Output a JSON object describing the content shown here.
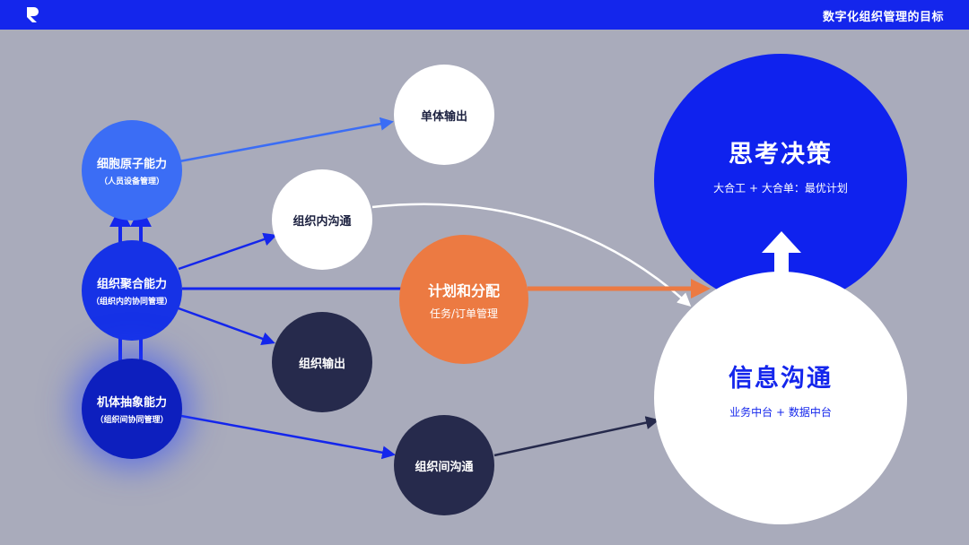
{
  "header": {
    "title": "数字化组织管理的目标",
    "bar_color": "#1426ec"
  },
  "nodes": {
    "cell": {
      "title": "细胞原子能力",
      "subtitle": "（人员设备管理）"
    },
    "aggregate": {
      "title": "组织聚合能力",
      "subtitle": "（组织内的协同管理）"
    },
    "organism": {
      "title": "机体抽象能力",
      "subtitle": "（组织间协同管理）"
    },
    "single_output": {
      "title": "单体输出"
    },
    "inner_comm": {
      "title": "组织内沟通"
    },
    "org_output": {
      "title": "组织输出"
    },
    "inter_comm": {
      "title": "组织间沟通"
    },
    "plan": {
      "title": "计划和分配",
      "subtitle": "任务/订单管理"
    },
    "decision": {
      "title": "思考决策",
      "subtitle": "大合工 + 大合单：最优计划"
    },
    "info": {
      "title": "信息沟通",
      "subtitle": "业务中台 + 数据中台"
    }
  },
  "colors": {
    "background": "#a9abbb",
    "blue": "#1426ec",
    "light_blue": "#3b6df5",
    "orange": "#ec7a42",
    "navy": "#262a4c",
    "white": "#ffffff"
  }
}
